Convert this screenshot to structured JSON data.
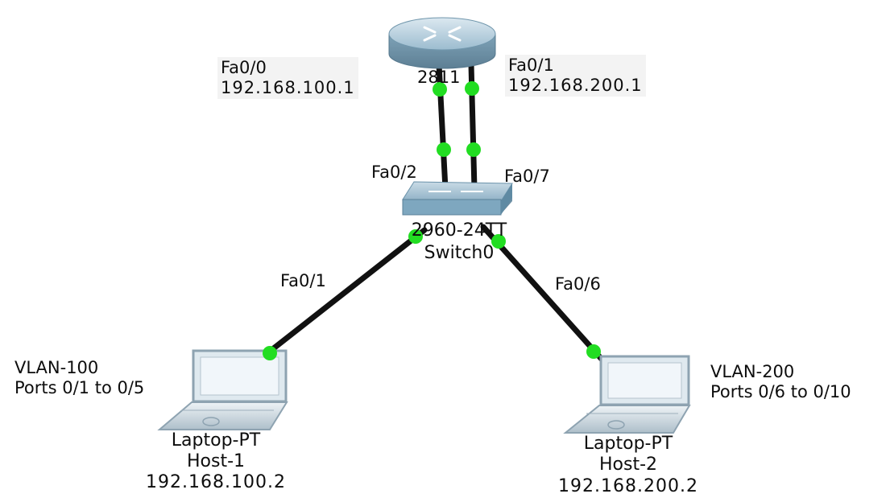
{
  "router": {
    "model": "2811"
  },
  "router_ports": {
    "fa00": {
      "port": "Fa0/0",
      "ip": "192.168.100.1"
    },
    "fa01": {
      "port": "Fa0/1",
      "ip": "192.168.200.1"
    }
  },
  "switch": {
    "model": "2960-24TT",
    "name": "Switch0"
  },
  "switch_ports": {
    "uplink_left": "Fa0/2",
    "uplink_right": "Fa0/7",
    "down_left": "Fa0/1",
    "down_right": "Fa0/6"
  },
  "hosts": [
    {
      "type": "Laptop-PT",
      "name": "Host-1",
      "ip": "192.168.100.2",
      "vlan": "VLAN-100",
      "ports": "Ports 0/1 to 0/5"
    },
    {
      "type": "Laptop-PT",
      "name": "Host-2",
      "ip": "192.168.200.2",
      "vlan": "VLAN-200",
      "ports": "Ports 0/6 to 0/10"
    }
  ],
  "colors": {
    "link": "#111111",
    "link_up": "#22dd22",
    "router_body": "#8fb4c9",
    "switch_body": "#86adc4",
    "laptop_screen": "#e8f1f8"
  },
  "icons": [
    "router-icon",
    "switch-icon",
    "laptop-icon"
  ]
}
